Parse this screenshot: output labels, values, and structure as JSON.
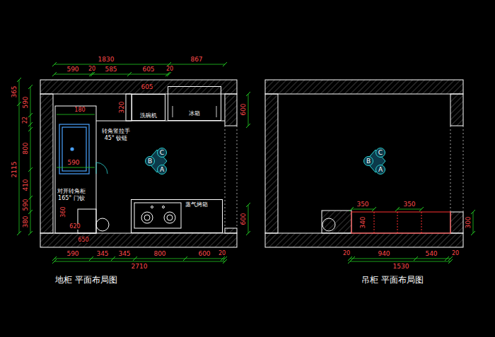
{
  "diagram": {
    "nodes": [
      {
        "text": [
          "洗碗机"
        ]
      },
      {
        "text": [
          "冰箱"
        ]
      },
      {
        "text": [
          "蒸气烤箱"
        ]
      },
      {
        "text": [
          "C"
        ]
      },
      {
        "text": [
          "B"
        ]
      },
      {
        "text": [
          "A"
        ]
      },
      {
        "text": [
          "C"
        ]
      },
      {
        "text": [
          "B"
        ]
      },
      {
        "text": [
          "A"
        ]
      }
    ],
    "labels": [
      "1830",
      "867",
      "590",
      "20",
      "585",
      "605",
      "20",
      "605",
      "320",
      "180",
      "转角竖拉手",
      "45° 铰链",
      "590",
      "对开转角柜",
      "165° 门铰",
      "360",
      "620",
      "650",
      "365",
      "2115",
      "590",
      "22",
      "800",
      "410",
      "590",
      "380",
      "600",
      "600",
      "590",
      "345",
      "345",
      "800",
      "600",
      "20",
      "2710",
      "地柜 平面布局图",
      "350",
      "350",
      "340",
      "300",
      "20",
      "940",
      "540",
      "20",
      "1530",
      "吊柜 平面布局图"
    ]
  }
}
